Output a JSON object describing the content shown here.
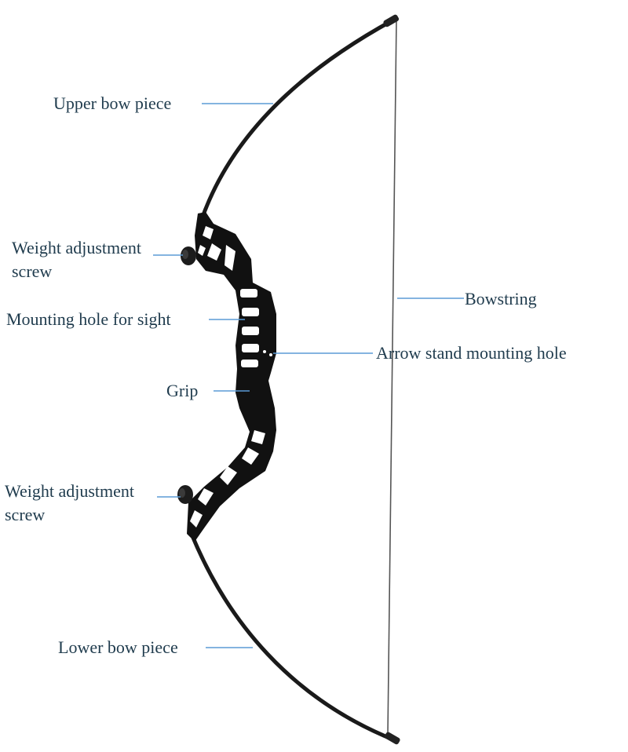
{
  "colors": {
    "label_text": "#1f3b4d",
    "leader_line": "#5b9bd5",
    "bow_body": "#111111",
    "bow_limb": "#1a1a1a",
    "bowstring": "#555555",
    "background": "#ffffff"
  },
  "labels": {
    "upper_bow_piece": "Upper bow piece",
    "weight_adjustment_screw_top_line1": "Weight adjustment",
    "weight_adjustment_screw_top_line2": "screw",
    "mounting_hole_for_sight": "Mounting hole for sight",
    "grip": "Grip",
    "weight_adjustment_screw_bottom_line1": "Weight adjustment",
    "weight_adjustment_screw_bottom_line2": "screw",
    "lower_bow_piece": "Lower bow piece",
    "bowstring": "Bowstring",
    "arrow_stand_mounting_hole": "Arrow stand mounting hole"
  }
}
